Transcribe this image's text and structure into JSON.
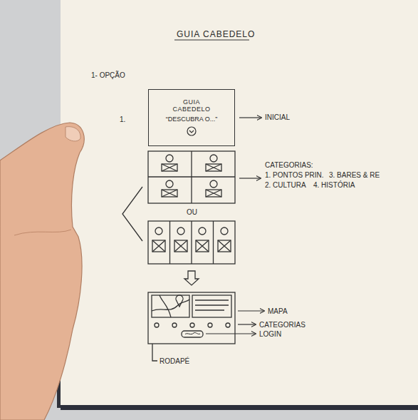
{
  "diagram": {
    "title": "GUIA CABEDELO",
    "nodes": [
      {
        "text": [
          "GUIA CABEDELO",
          "“DESCUBRA O...”"
        ]
      }
    ],
    "labels": [
      "1- OPÇÃO",
      "1.",
      "INICIAL",
      "CATEGORIAS:",
      "1. PONTOS PRIN.",
      "3. BARES & RE",
      "2. CULTURA",
      "4. HISTÓRIA",
      "OU",
      "MAPA",
      "CATEGORIAS",
      "LOGIN",
      "RODAPÉ"
    ]
  }
}
